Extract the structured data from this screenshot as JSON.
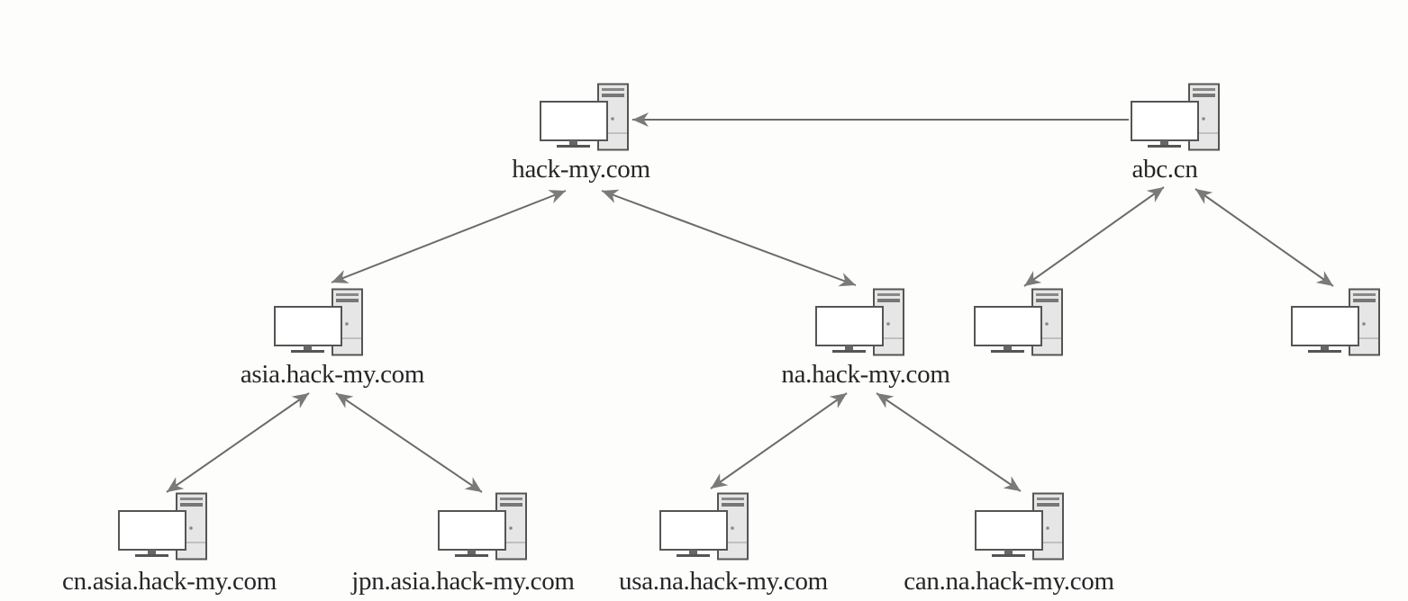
{
  "diagram": {
    "title": "Domain trust relationships",
    "colors": {
      "line": "#6b6b6b",
      "arrow": "#7a7a7a",
      "text": "#262626",
      "monitor_border": "#555555",
      "tower_fill": "#e6e6e6"
    },
    "nodes": [
      {
        "id": "hack-my",
        "label": "hack-my.com",
        "icon": "computer-icon"
      },
      {
        "id": "abc",
        "label": "abc.cn",
        "icon": "computer-icon"
      },
      {
        "id": "asia",
        "label": "asia.hack-my.com",
        "icon": "computer-icon"
      },
      {
        "id": "na",
        "label": "na.hack-my.com",
        "icon": "computer-icon"
      },
      {
        "id": "abc-child-1",
        "label": "",
        "icon": "computer-icon"
      },
      {
        "id": "abc-child-2",
        "label": "",
        "icon": "computer-icon"
      },
      {
        "id": "cn-asia",
        "label": "cn.asia.hack-my.com",
        "icon": "computer-icon"
      },
      {
        "id": "jpn-asia",
        "label": "jpn.asia.hack-my.com",
        "icon": "computer-icon"
      },
      {
        "id": "usa-na",
        "label": "usa.na.hack-my.com",
        "icon": "computer-icon"
      },
      {
        "id": "can-na",
        "label": "can.na.hack-my.com",
        "icon": "computer-icon"
      }
    ],
    "edges": [
      {
        "from": "abc",
        "to": "hack-my",
        "direction": "one-way"
      },
      {
        "from": "hack-my",
        "to": "asia",
        "direction": "two-way"
      },
      {
        "from": "hack-my",
        "to": "na",
        "direction": "two-way"
      },
      {
        "from": "abc",
        "to": "abc-child-1",
        "direction": "two-way"
      },
      {
        "from": "abc",
        "to": "abc-child-2",
        "direction": "two-way"
      },
      {
        "from": "asia",
        "to": "cn-asia",
        "direction": "two-way"
      },
      {
        "from": "asia",
        "to": "jpn-asia",
        "direction": "two-way"
      },
      {
        "from": "na",
        "to": "usa-na",
        "direction": "two-way"
      },
      {
        "from": "na",
        "to": "can-na",
        "direction": "two-way"
      }
    ]
  }
}
